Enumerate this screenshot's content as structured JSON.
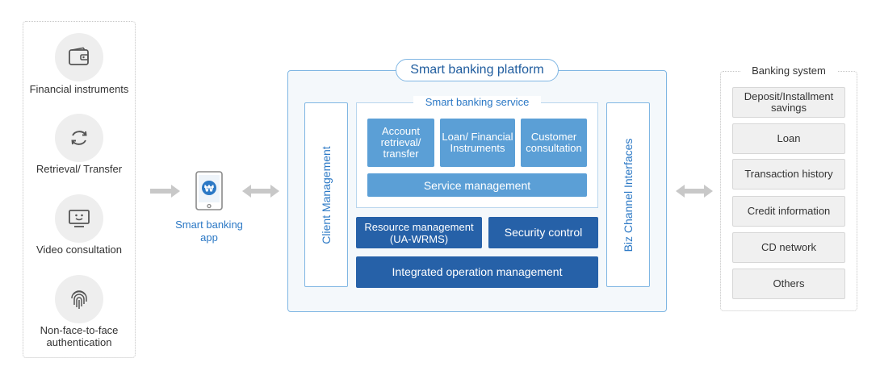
{
  "channels": [
    {
      "label": "Financial instruments",
      "icon": "wallet-icon"
    },
    {
      "label": "Retrieval/ Transfer",
      "icon": "refresh-icon"
    },
    {
      "label": "Video consultation",
      "icon": "monitor-face-icon"
    },
    {
      "label": "Non-face-to-face authentication",
      "icon": "fingerprint-icon"
    }
  ],
  "app": {
    "label": "Smart banking app",
    "icon": "won-tablet-icon"
  },
  "platform": {
    "title": "Smart banking platform",
    "client_management": "Client Management",
    "biz_channel": "Biz Channel Interfaces",
    "service": {
      "title": "Smart banking service",
      "items": [
        "Account retrieval/ transfer",
        "Loan/ Financial Instruments",
        "Customer consultation"
      ],
      "management": "Service management"
    },
    "resource_management": "Resource management (UA-WRMS)",
    "security_control": "Security control",
    "integrated_operation": "Integrated operation management"
  },
  "banking_system": {
    "title": "Banking system",
    "items": [
      "Deposit/Installment savings",
      "Loan",
      "Transaction history",
      "Credit information",
      "CD network",
      "Others"
    ]
  },
  "colors": {
    "accent": "#2b78c5",
    "light_block": "#5b9fd6",
    "dark_block": "#2661a8",
    "border": "#7fb6e3",
    "gray_arrow": "#c8c8c8"
  }
}
